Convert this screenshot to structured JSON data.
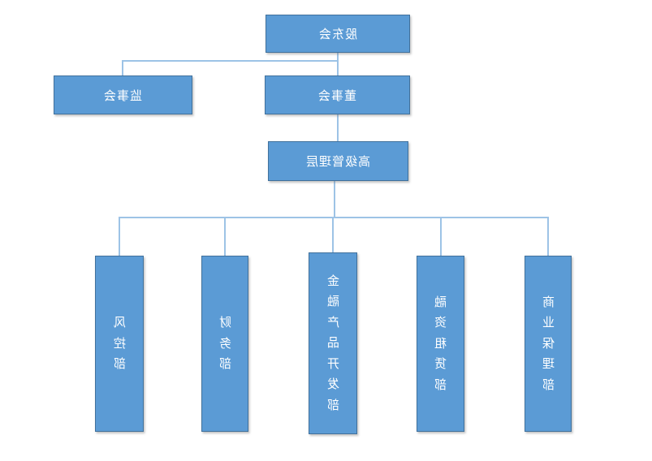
{
  "chart": {
    "type": "org-chart",
    "mirrored_horizontally": true,
    "colors": {
      "node_fill": "#5b9bd5",
      "node_border": "#41719c",
      "connector": "#9dc3e6",
      "text": "#ffffff",
      "background": "#ffffff"
    },
    "nodes": {
      "shareholders_meeting": {
        "label": "股东会"
      },
      "supervisory_board": {
        "label": "监事会"
      },
      "board_of_directors": {
        "label": "董事会"
      },
      "senior_management": {
        "label": "高级管理层"
      }
    },
    "departments": [
      {
        "label": "风控部"
      },
      {
        "label": "财务部"
      },
      {
        "label": "金融产品开发部"
      },
      {
        "label": "融资租赁部"
      },
      {
        "label": "商业保理部"
      }
    ],
    "edges": [
      [
        "股东会",
        "董事会"
      ],
      [
        "股东会",
        "监事会"
      ],
      [
        "董事会",
        "高级管理层"
      ],
      [
        "高级管理层",
        "风控部"
      ],
      [
        "高级管理层",
        "财务部"
      ],
      [
        "高级管理层",
        "金融产品开发部"
      ],
      [
        "高级管理层",
        "融资租赁部"
      ],
      [
        "高级管理层",
        "商业保理部"
      ]
    ]
  }
}
